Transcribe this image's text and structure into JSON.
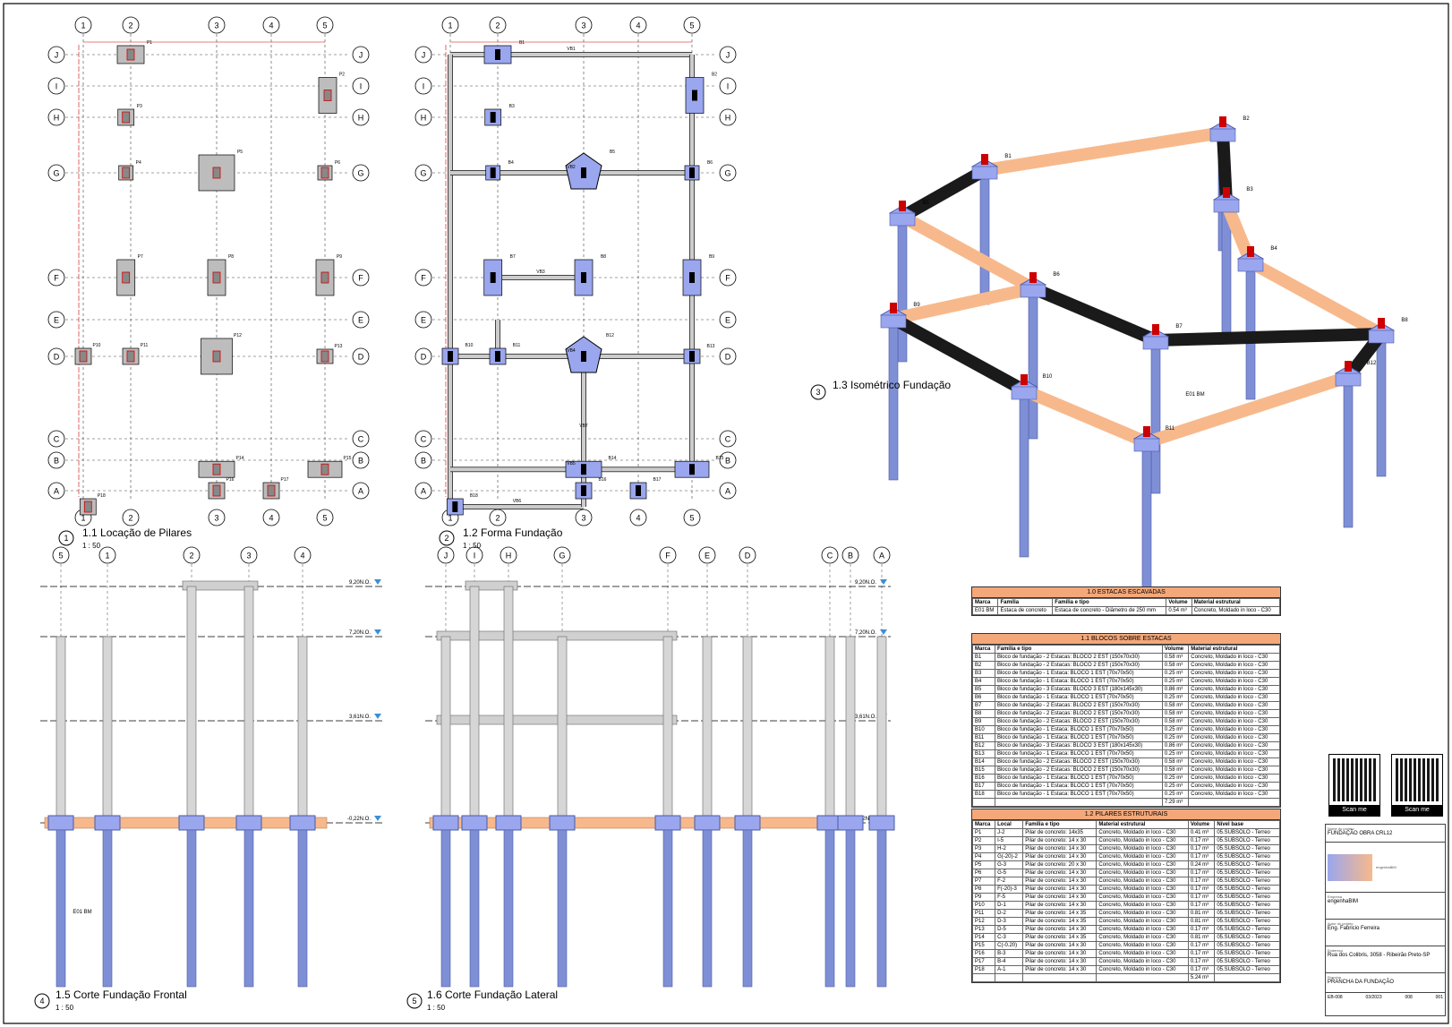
{
  "views": {
    "v1": {
      "num": "1",
      "title": "1.1 Locação de Pilares",
      "scale": "1 : 50"
    },
    "v2": {
      "num": "2",
      "title": "1.2 Forma Fundação",
      "scale": "1 : 50"
    },
    "v3": {
      "num": "3",
      "title": "1.3 Isométrico Fundação"
    },
    "v4": {
      "num": "4",
      "title": "1.5 Corte Fundação Frontal",
      "scale": "1 : 50"
    },
    "v5": {
      "num": "5",
      "title": "1.6 Corte Fundação Lateral",
      "scale": "1 : 50"
    }
  },
  "grid": {
    "cols": [
      "1",
      "2",
      "3",
      "4",
      "5"
    ],
    "rows": [
      "J",
      "I",
      "H",
      "G",
      "F",
      "E",
      "D",
      "C",
      "B",
      "A"
    ],
    "lateral_cols": [
      "J",
      "I",
      "H",
      "G",
      "F",
      "E",
      "D",
      "C",
      "B",
      "A"
    ]
  },
  "levels": {
    "l1": "9,20N.O.",
    "l2": "7,20N.O.",
    "l3": "3,61N.O.",
    "l4": "-0,22N.O."
  },
  "pilares": [
    "P1",
    "P2",
    "P3",
    "P4",
    "P5",
    "P6",
    "P7",
    "P8",
    "P9",
    "P10",
    "P11",
    "P12",
    "P13",
    "P14",
    "P15",
    "P16",
    "P17",
    "P18"
  ],
  "blocos": [
    "B1",
    "B2",
    "B3",
    "B4",
    "B5",
    "B6",
    "B7",
    "B8",
    "B9",
    "B10",
    "B11",
    "B12",
    "B13",
    "B14",
    "B15",
    "B16",
    "B17",
    "B18"
  ],
  "vigas": [
    "VB1",
    "VB2",
    "VB3",
    "VB4",
    "VB5",
    "VB6",
    "VB7"
  ],
  "pile_label": "E01 BM",
  "table1": {
    "title": "1.0 ESTACAS ESCAVADAS",
    "headers": [
      "Marca",
      "Família",
      "Família e tipo",
      "Volume",
      "Material estrutural"
    ],
    "rows": [
      [
        "E01 BM",
        "Estaca de concreto",
        "Estaca de concreto - Diâmetro de 250 mm",
        "0.54 m³",
        "Concreto, Moldado in loco - C30"
      ]
    ]
  },
  "table2": {
    "title": "1.1 BLOCOS SOBRE ESTACAS",
    "headers": [
      "Marca",
      "Família e tipo",
      "Volume",
      "Material estrutural"
    ],
    "rows": [
      [
        "B1",
        "Bloco de fundação - 2 Estacas: BLOCO 2 EST (150x70x30)",
        "0.58 m³",
        "Concreto, Moldado in loco - C30"
      ],
      [
        "B2",
        "Bloco de fundação - 2 Estacas: BLOCO 2 EST (150x70x30)",
        "0.58 m³",
        "Concreto, Moldado in loco - C30"
      ],
      [
        "B3",
        "Bloco de fundação - 1 Estaca: BLOCO 1 EST (70x70x50)",
        "0.25 m³",
        "Concreto, Moldado in loco - C30"
      ],
      [
        "B4",
        "Bloco de fundação - 1 Estaca: BLOCO 1 EST (70x70x50)",
        "0.25 m³",
        "Concreto, Moldado in loco - C30"
      ],
      [
        "B5",
        "Bloco de fundação - 3 Estacas: BLOCO 3 EST (180x145x30)",
        "0.86 m³",
        "Concreto, Moldado in loco - C30"
      ],
      [
        "B6",
        "Bloco de fundação - 1 Estaca: BLOCO 1 EST (70x70x50)",
        "0.25 m³",
        "Concreto, Moldado in loco - C30"
      ],
      [
        "B7",
        "Bloco de fundação - 2 Estacas: BLOCO 2 EST (150x70x30)",
        "0.58 m³",
        "Concreto, Moldado in loco - C30"
      ],
      [
        "B8",
        "Bloco de fundação - 2 Estacas: BLOCO 2 EST (150x70x30)",
        "0.58 m³",
        "Concreto, Moldado in loco - C30"
      ],
      [
        "B9",
        "Bloco de fundação - 2 Estacas: BLOCO 2 EST (150x70x30)",
        "0.58 m³",
        "Concreto, Moldado in loco - C30"
      ],
      [
        "B10",
        "Bloco de fundação - 1 Estaca: BLOCO 1 EST (70x70x50)",
        "0.25 m³",
        "Concreto, Moldado in loco - C30"
      ],
      [
        "B11",
        "Bloco de fundação - 1 Estaca: BLOCO 1 EST (70x70x50)",
        "0.25 m³",
        "Concreto, Moldado in loco - C30"
      ],
      [
        "B12",
        "Bloco de fundação - 3 Estacas: BLOCO 3 EST (180x145x30)",
        "0.86 m³",
        "Concreto, Moldado in loco - C30"
      ],
      [
        "B13",
        "Bloco de fundação - 1 Estaca: BLOCO 1 EST (70x70x50)",
        "0.25 m³",
        "Concreto, Moldado in loco - C30"
      ],
      [
        "B14",
        "Bloco de fundação - 2 Estacas: BLOCO 2 EST (150x70x30)",
        "0.58 m³",
        "Concreto, Moldado in loco - C30"
      ],
      [
        "B15",
        "Bloco de fundação - 2 Estacas: BLOCO 2 EST (150x70x30)",
        "0.58 m³",
        "Concreto, Moldado in loco - C30"
      ],
      [
        "B16",
        "Bloco de fundação - 1 Estaca: BLOCO 1 EST (70x70x50)",
        "0.25 m³",
        "Concreto, Moldado in loco - C30"
      ],
      [
        "B17",
        "Bloco de fundação - 1 Estaca: BLOCO 1 EST (70x70x50)",
        "0.25 m³",
        "Concreto, Moldado in loco - C30"
      ],
      [
        "B18",
        "Bloco de fundação - 1 Estaca: BLOCO 1 EST (70x70x50)",
        "0.25 m³",
        "Concreto, Moldado in loco - C30"
      ]
    ],
    "total": "7.29 m³"
  },
  "table3": {
    "title": "1.2 PILARES ESTRUTURAIS",
    "headers": [
      "Marca",
      "Local",
      "Família e tipo",
      "Material estrutural",
      "Volume",
      "Nível base"
    ],
    "rows": [
      [
        "P1",
        "J-2",
        "Pilar de concreto: 14x35",
        "Concreto, Moldado in loco - C30",
        "0.41 m³",
        "05.SUBSOLO - Terreo"
      ],
      [
        "P2",
        "I-5",
        "Pilar de concreto: 14 x 30",
        "Concreto, Moldado in loco - C30",
        "0.17 m³",
        "05.SUBSOLO - Terreo"
      ],
      [
        "P3",
        "H-2",
        "Pilar de concreto: 14 x 30",
        "Concreto, Moldado in loco - C30",
        "0.17 m³",
        "05.SUBSOLO - Terreo"
      ],
      [
        "P4",
        "G(-20)-2",
        "Pilar de concreto: 14 x 30",
        "Concreto, Moldado in loco - C30",
        "0.17 m³",
        "05.SUBSOLO - Terreo"
      ],
      [
        "P5",
        "G-3",
        "Pilar de concreto: 20 x 30",
        "Concreto, Moldado in loco - C30",
        "0.24 m³",
        "05.SUBSOLO - Terreo"
      ],
      [
        "P6",
        "G-5",
        "Pilar de concreto: 14 x 30",
        "Concreto, Moldado in loco - C30",
        "0.17 m³",
        "05.SUBSOLO - Terreo"
      ],
      [
        "P7",
        "F-2",
        "Pilar de concreto: 14 x 30",
        "Concreto, Moldado in loco - C30",
        "0.17 m³",
        "05.SUBSOLO - Terreo"
      ],
      [
        "P8",
        "F(-20)-3",
        "Pilar de concreto: 14 x 30",
        "Concreto, Moldado in loco - C30",
        "0.17 m³",
        "05.SUBSOLO - Terreo"
      ],
      [
        "P9",
        "F-5",
        "Pilar de concreto: 14 x 30",
        "Concreto, Moldado in loco - C30",
        "0.17 m³",
        "05.SUBSOLO - Terreo"
      ],
      [
        "P10",
        "D-1",
        "Pilar de concreto: 14 x 30",
        "Concreto, Moldado in loco - C30",
        "0.17 m³",
        "05.SUBSOLO - Terreo"
      ],
      [
        "P11",
        "D-2",
        "Pilar de concreto: 14 x 35",
        "Concreto, Moldado in loco - C30",
        "0.81 m³",
        "05.SUBSOLO - Terreo"
      ],
      [
        "P12",
        "D-3",
        "Pilar de concreto: 14 x 35",
        "Concreto, Moldado in loco - C30",
        "0.81 m³",
        "05.SUBSOLO - Terreo"
      ],
      [
        "P13",
        "D-5",
        "Pilar de concreto: 14 x 30",
        "Concreto, Moldado in loco - C30",
        "0.17 m³",
        "05.SUBSOLO - Terreo"
      ],
      [
        "P14",
        "C-3",
        "Pilar de concreto: 14 x 35",
        "Concreto, Moldado in loco - C30",
        "0.81 m³",
        "05.SUBSOLO - Terreo"
      ],
      [
        "P15",
        "C(-0.20)",
        "Pilar de concreto: 14 x 30",
        "Concreto, Moldado in loco - C30",
        "0.17 m³",
        "05.SUBSOLO - Terreo"
      ],
      [
        "P16",
        "B-3",
        "Pilar de concreto: 14 x 30",
        "Concreto, Moldado in loco - C30",
        "0.17 m³",
        "05.SUBSOLO - Terreo"
      ],
      [
        "P17",
        "B-4",
        "Pilar de concreto: 14 x 30",
        "Concreto, Moldado in loco - C30",
        "0.17 m³",
        "05.SUBSOLO - Terreo"
      ],
      [
        "P18",
        "A-1",
        "Pilar de concreto: 14 x 30",
        "Concreto, Moldado in loco - C30",
        "0.17 m³",
        "05.SUBSOLO - Terreo"
      ]
    ],
    "total": "5.24 m³"
  },
  "qr": {
    "a": "Scan me",
    "b": "Scan me"
  },
  "titleblock": {
    "project_label": "Nome do projeto",
    "project": "FUNDAÇÃO OBRA CRL12",
    "company_label": "Empresa",
    "company": "engenhaBIM",
    "author_label": "Autor do projeto",
    "author": "Eng. Fabricio Ferreira",
    "address_label": "Endereço",
    "address": "Rua dos Colibris, 3058 - Ribeirão Preto-SP",
    "sheet_label": "Prancha",
    "sheet": "PRANCHA DA FUNDAÇÃO",
    "code": "EB-008",
    "date": "03/2023",
    "num": "008",
    "page": "001"
  },
  "colors": {
    "pile": "#7f8fd6",
    "block": "#9aa6ee",
    "beam_orange": "#f7b98c",
    "beam_dark": "#1a1a1a",
    "grid_red": "#d00000",
    "hatch_gray": "#bdbdbd"
  }
}
